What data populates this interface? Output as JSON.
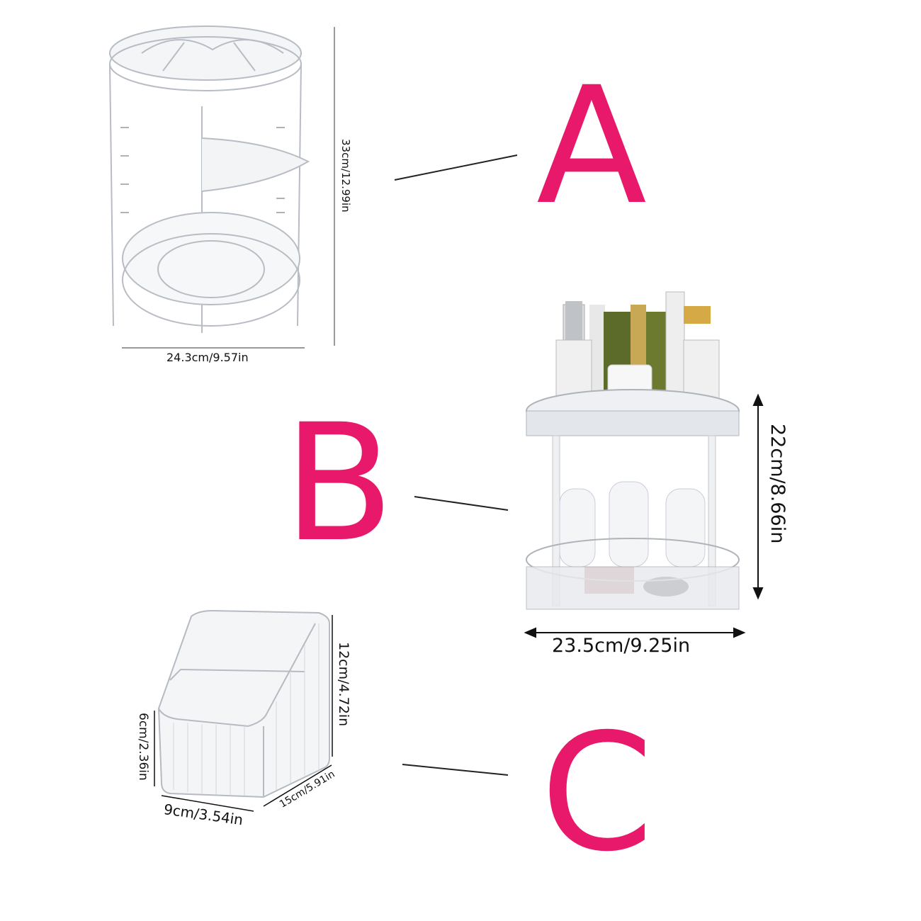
{
  "labels": {
    "a": "A",
    "b": "B",
    "c": "C"
  },
  "product_a": {
    "height": "33cm/12.99in",
    "width": "24.3cm/9.57in"
  },
  "product_b": {
    "height": "22cm/8.66in",
    "width": "23.5cm/9.25in"
  },
  "product_c": {
    "height": "12cm/4.72in",
    "front_height": "6cm/2.36in",
    "width": "9cm/3.54in",
    "depth": "15cm/5.91in"
  },
  "colors": {
    "accent": "#e8186a",
    "plastic": "#c9ccd2",
    "ink": "#111111"
  }
}
